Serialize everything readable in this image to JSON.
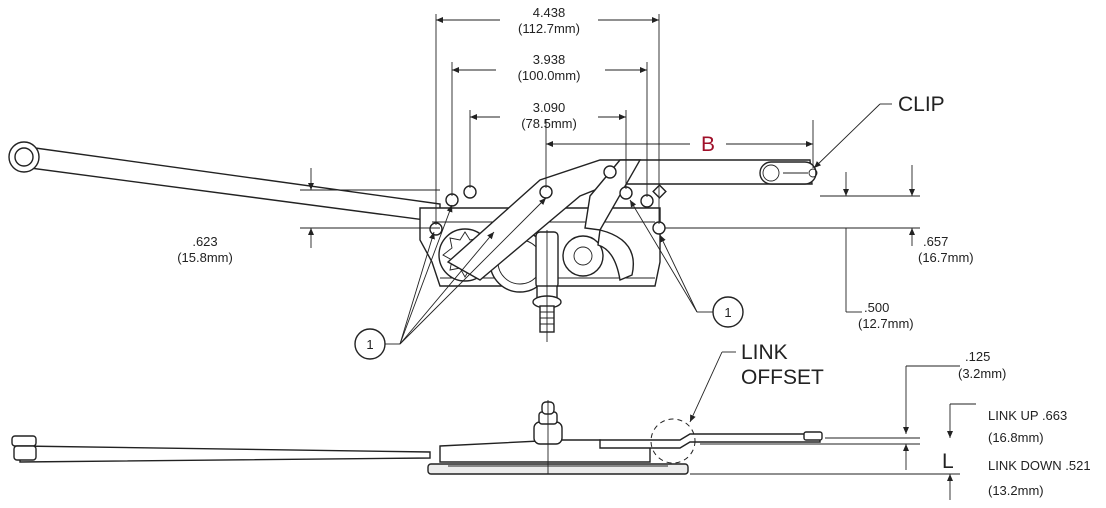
{
  "dimensions": {
    "d1": {
      "in": "4.438",
      "mm": "(112.7mm)"
    },
    "d2": {
      "in": "3.938",
      "mm": "(100.0mm)"
    },
    "d3": {
      "in": "3.090",
      "mm": "(78.5mm)"
    },
    "left_offset": {
      "in": ".623",
      "mm": "(15.8mm)"
    },
    "right_offset": {
      "in": ".657",
      "mm": "(16.7mm)"
    },
    "drop": {
      "in": ".500",
      "mm": "(12.7mm)"
    },
    "link_height": {
      "in": ".125",
      "mm": "(3.2mm)"
    }
  },
  "labels": {
    "clip": "CLIP",
    "b": "B",
    "link_offset_1": "LINK",
    "link_offset_2": "OFFSET",
    "l": "L",
    "callout": "1"
  },
  "link_notes": {
    "up": "LINK UP .663",
    "up_mm": "(16.8mm)",
    "down": "LINK DOWN .521",
    "down_mm": "(13.2mm)"
  },
  "colors": {
    "accent": "#a0102a",
    "line": "#222222"
  }
}
